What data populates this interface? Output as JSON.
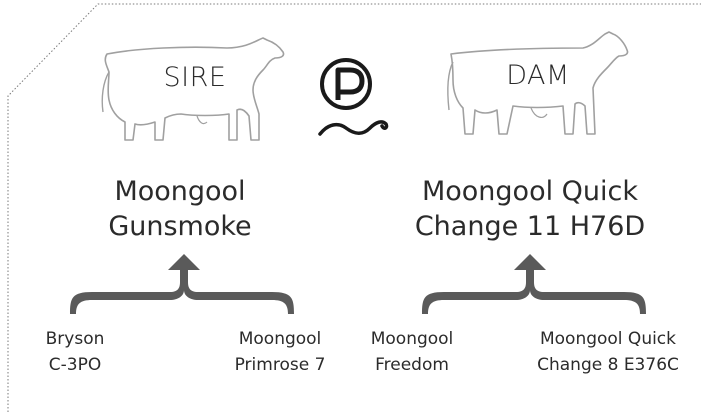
{
  "diagram": {
    "sire": {
      "label": "SIRE",
      "name": "Moongool\nGunsmoke",
      "parents": [
        {
          "name": "Bryson\nC-3PO"
        },
        {
          "name": "Moongool\nPrimrose 7"
        }
      ]
    },
    "dam": {
      "label": "DAM",
      "name": "Moongool Quick\nChange 11 H76D",
      "parents": [
        {
          "name": "Moongool\nFreedom"
        },
        {
          "name": "Moongool Quick\nChange 8 E376C"
        }
      ]
    },
    "logo_icon": "p-polled-logo-icon",
    "colors": {
      "text": "#2b2b2b",
      "brace": "#5a5a5a",
      "outline": "#a0a0a0",
      "frame": "#7a7a7a"
    }
  }
}
